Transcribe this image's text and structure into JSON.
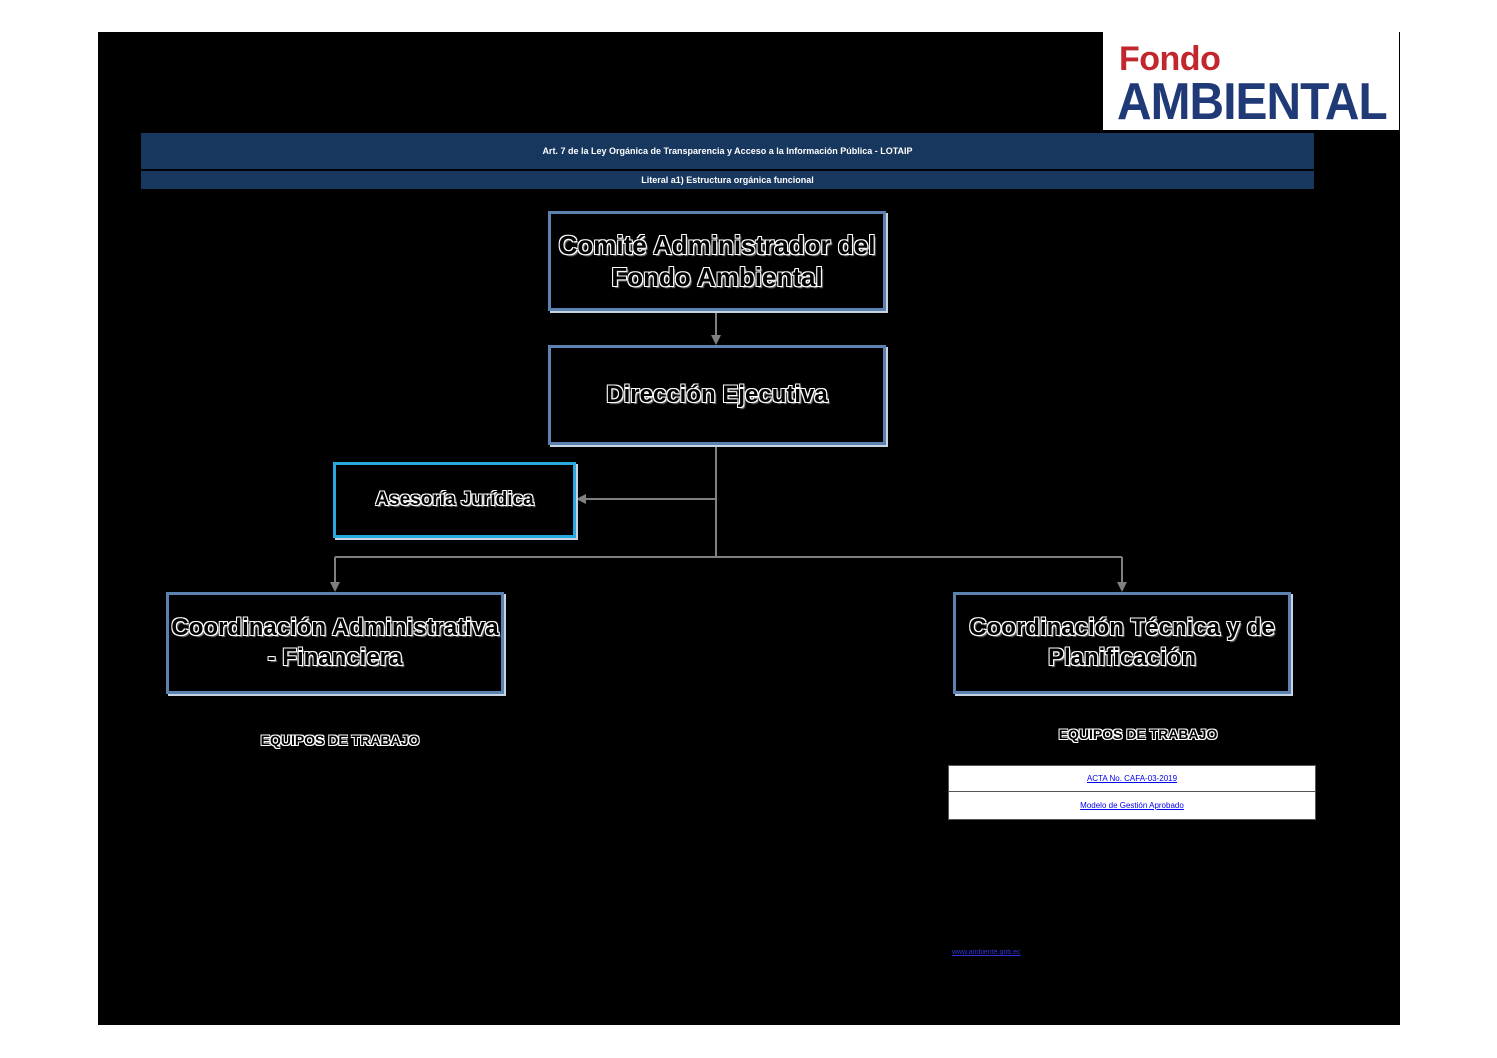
{
  "logo": {
    "line1": "Fondo",
    "line2": "AMBIENTAL"
  },
  "header": {
    "title": "Art. 7 de la Ley Orgánica de Transparencia y Acceso a la Información Pública - LOTAIP",
    "subtitle": "Literal a1) Estructura orgánica funcional"
  },
  "org": {
    "comite": "Comité Administrador del Fondo Ambiental",
    "direccion": "Dirección Ejecutiva",
    "asesoria": "Asesoría Jurídica",
    "admin": "Coordinación Administrativa - Financiera",
    "tecnica": "Coordinación Técnica y de Planificación"
  },
  "equipos": {
    "left": "EQUIPOS DE TRABAJO",
    "right": "EQUIPOS DE TRABAJO"
  },
  "documents": [
    {
      "label": "ACTA No. CAFA-03-2019"
    },
    {
      "label": "Modelo de Gestión Aprobado"
    }
  ],
  "mini_link": "www.ambiente.gob.ec",
  "colors": {
    "band": "#17375e",
    "box_border": "#5b82b0",
    "asesoria_border": "#29a8e0",
    "logo_red": "#c1272d",
    "logo_blue": "#203a78"
  }
}
